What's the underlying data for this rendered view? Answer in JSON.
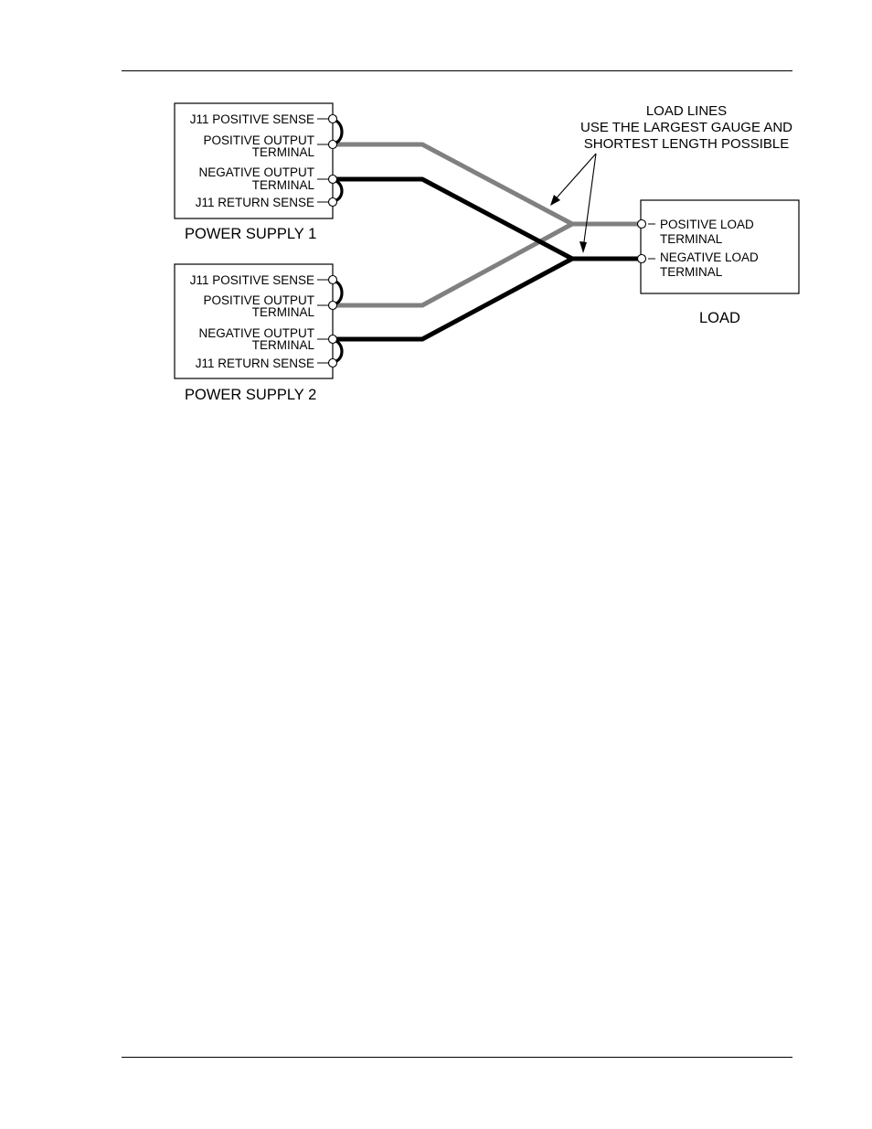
{
  "supply1": {
    "name": "POWER SUPPLY 1",
    "terminals": {
      "pos_sense": "J11 POSITIVE SENSE",
      "pos_out_1": "POSITIVE OUTPUT",
      "pos_out_2": "TERMINAL",
      "neg_out_1": "NEGATIVE OUTPUT",
      "neg_out_2": "TERMINAL",
      "ret_sense": "J11 RETURN SENSE"
    }
  },
  "supply2": {
    "name": "POWER SUPPLY 2",
    "terminals": {
      "pos_sense": "J11 POSITIVE SENSE",
      "pos_out_1": "POSITIVE OUTPUT",
      "pos_out_2": "TERMINAL",
      "neg_out_1": "NEGATIVE OUTPUT",
      "neg_out_2": "TERMINAL",
      "ret_sense": "J11 RETURN SENSE"
    }
  },
  "load": {
    "name": "LOAD",
    "pos_1": "POSITIVE LOAD",
    "pos_2": "TERMINAL",
    "neg_1": "NEGATIVE LOAD",
    "neg_2": "TERMINAL"
  },
  "note": {
    "line1": "LOAD LINES",
    "line2": "USE THE LARGEST GAUGE AND",
    "line3": "SHORTEST LENGTH POSSIBLE"
  },
  "colors": {
    "positive_wire": "#808080",
    "negative_wire": "#000000"
  }
}
